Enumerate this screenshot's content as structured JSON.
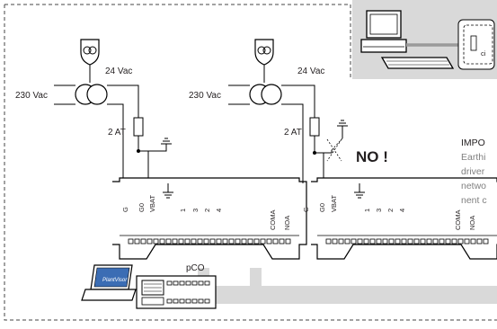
{
  "diagram": {
    "left_unit": {
      "input_voltage": "230 Vac",
      "output_voltage": "24 Vac",
      "fuse": "2 AT",
      "terminals": [
        "G",
        "G0",
        "VBAT",
        "1",
        "3",
        "2",
        "4",
        "COMA",
        "NOA"
      ]
    },
    "right_unit": {
      "input_voltage": "230 Vac",
      "output_voltage": "24 Vac",
      "fuse": "2 AT",
      "terminals": [
        "G",
        "G0",
        "VBAT",
        "1",
        "3",
        "2",
        "4",
        "COMA",
        "NOA"
      ],
      "warning": "NO !"
    },
    "controller_label": "pCO",
    "note": {
      "title": "IMPO",
      "lines": [
        "Earthi",
        "driver",
        "netwo",
        "nent c"
      ]
    }
  }
}
